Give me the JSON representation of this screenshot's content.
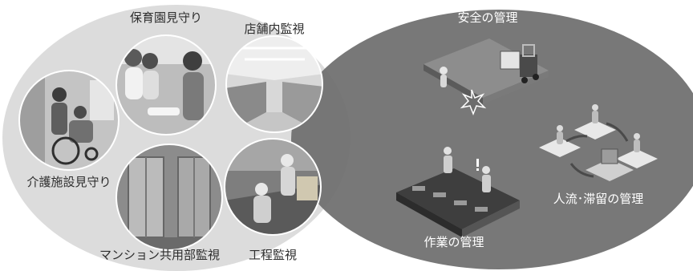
{
  "left_group": {
    "labels": {
      "nursery": "保育園見守り",
      "store": "店舗内監視",
      "care": "介護施設見守り",
      "mansion": "マンション共用部監視",
      "factory": "工程監視"
    }
  },
  "right_group": {
    "labels": {
      "safety": "安全の管理",
      "crowd": "人流･滞留の管理",
      "work": "作業の管理"
    }
  },
  "colors": {
    "left_ellipse": "#dcdcdc",
    "right_ellipse": "#6e6e6e",
    "photo_bg": "#9a9a9a",
    "text_dark": "#2e2e2e",
    "text_light": "#ffffff"
  },
  "icons": {
    "nursery": "nursery-photo",
    "store": "store-interior-photo",
    "care": "wheelchair-caregiver-photo",
    "mansion": "elevator-hall-photo",
    "factory": "factory-workers-photo",
    "safety": "forklift-collision-icon",
    "crowd": "people-flow-icon",
    "work": "assembly-line-icon"
  }
}
